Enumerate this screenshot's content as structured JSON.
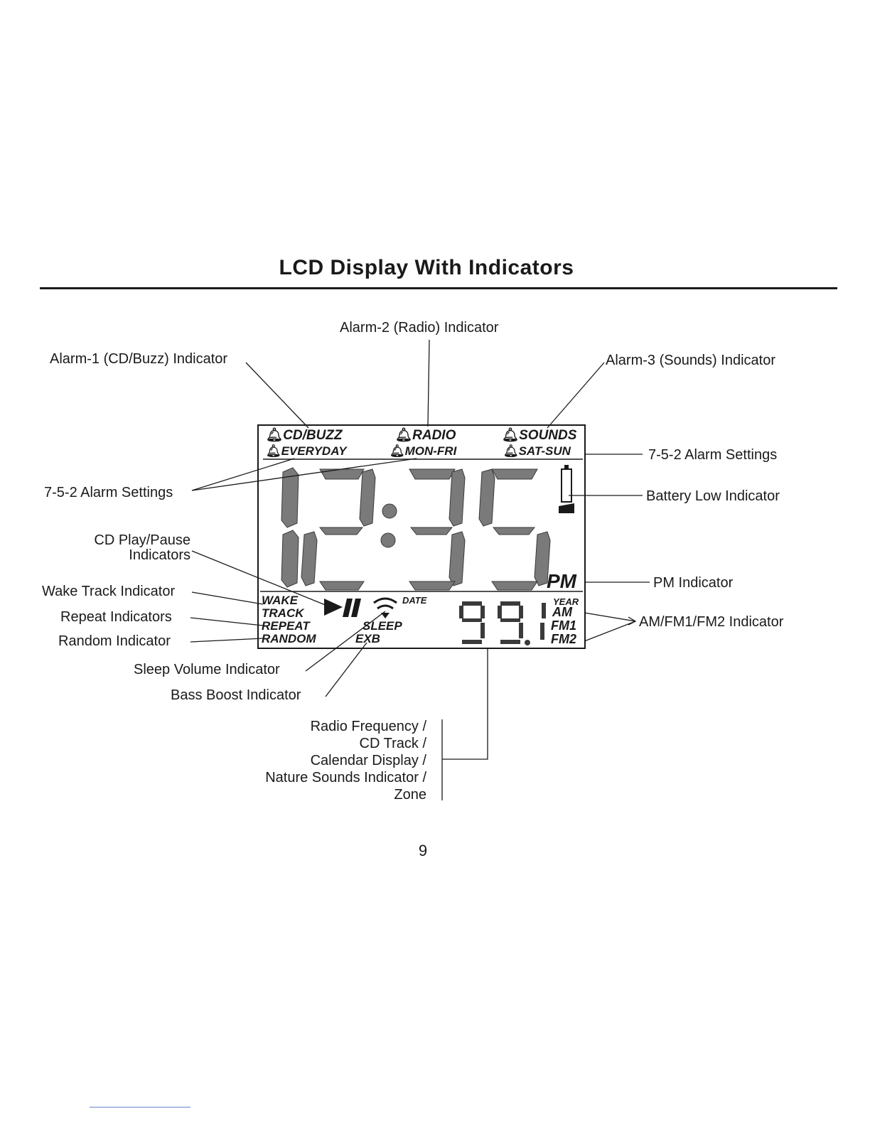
{
  "title": "LCD Display With Indicators",
  "labels": {
    "alarm2": "Alarm-2 (Radio) Indicator",
    "alarm1": "Alarm-1 (CD/Buzz) Indicator",
    "alarm3": "Alarm-3 (Sounds) Indicator",
    "alarm_settings_right": "7-5-2 Alarm Settings",
    "alarm_settings_left": "7-5-2 Alarm Settings",
    "battery_low": "Battery Low Indicator",
    "cd_play_pause_1": "CD Play/Pause",
    "cd_play_pause_2": "Indicators",
    "pm_indicator": "PM Indicator",
    "wake_track": "Wake Track Indicator",
    "repeat": "Repeat Indicators",
    "am_fm": "AM/FM1/FM2 Indicator",
    "random": "Random Indicator",
    "sleep_volume": "Sleep Volume Indicator",
    "bass_boost": "Bass Boost Indicator"
  },
  "frequency_block": {
    "lines": [
      "Radio Frequency /",
      "CD Track /",
      "Calendar Display /",
      "Nature Sounds Indicator /",
      "Zone"
    ]
  },
  "lcd": {
    "alarm_top": [
      "CD/BUZZ",
      "RADIO",
      "SOUNDS"
    ],
    "alarm_days": [
      "EVERYDAY",
      "MON-FRI",
      "SAT-SUN"
    ],
    "time_digits": [
      "1",
      "2",
      "3",
      "5"
    ],
    "pm": "PM",
    "mode_labels": [
      "WAKE",
      "TRACK",
      "REPEAT",
      "RANDOM"
    ],
    "date": "DATE",
    "sleep": "SLEEP",
    "exb": "EXB",
    "freq_digits": [
      "9",
      "9"
    ],
    "freq_decimal": "1",
    "band_labels": [
      "YEAR",
      "AM",
      "FM1",
      "FM2"
    ]
  },
  "page_number": "9",
  "colors": {
    "ink": "#1a1a1a",
    "segment": "#7a7a7a",
    "footer_line": "#6b7fc7"
  }
}
